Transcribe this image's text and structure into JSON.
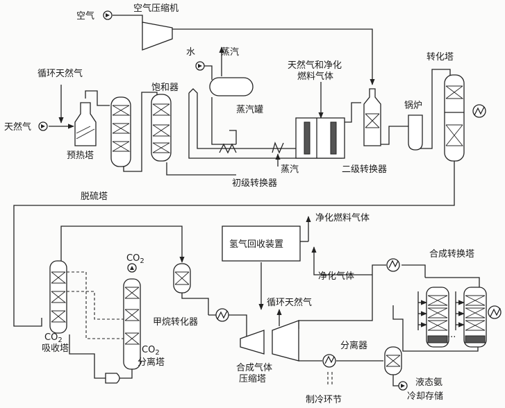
{
  "labels": {
    "air": "空气",
    "air_compressor": "空气压缩机",
    "water": "水",
    "steam_top": "蒸汽",
    "recycle_gas_top": "循环天然气",
    "saturator": "饱和器",
    "natural_gas_fuel_line1": "天然气和净化",
    "natural_gas_fuel_line2": "燃料气体",
    "converter_tower": "转化塔",
    "boiler": "锅炉",
    "steam_drum": "蒸汽罐",
    "natural_gas": "天然气",
    "preheat_tower": "预热塔",
    "steam_bottom": "蒸汽",
    "secondary_converter": "二级转换器",
    "primary_converter": "初级转换器",
    "desulfurization": "脱硫塔",
    "clean_fuel_gas": "净化燃料气体",
    "h2_recovery": "氢气回收装置",
    "co2_top": "CO",
    "co2_top_sub": "2",
    "synthesis_tower": "合成转换塔",
    "clean_gas": "净化气体",
    "recycle_gas_bottom": "循环天然气",
    "methanator": "甲烷转化器",
    "co2_absorber_l1": "CO",
    "co2_absorber_l1_sub": "2",
    "co2_absorber_l2": "吸收塔",
    "co2_separator_l1": "CO",
    "co2_separator_l1_sub": "2",
    "co2_separator_l2": "分离塔",
    "separator": "分离器",
    "syngas_compressor_l1": "合成气体",
    "syngas_compressor_l2": "压缩塔",
    "liquid_ammonia_l1": "液态氨",
    "liquid_ammonia_l2": "冷却存储",
    "refrigeration": "制冷环节",
    "ellipsis": "···"
  }
}
